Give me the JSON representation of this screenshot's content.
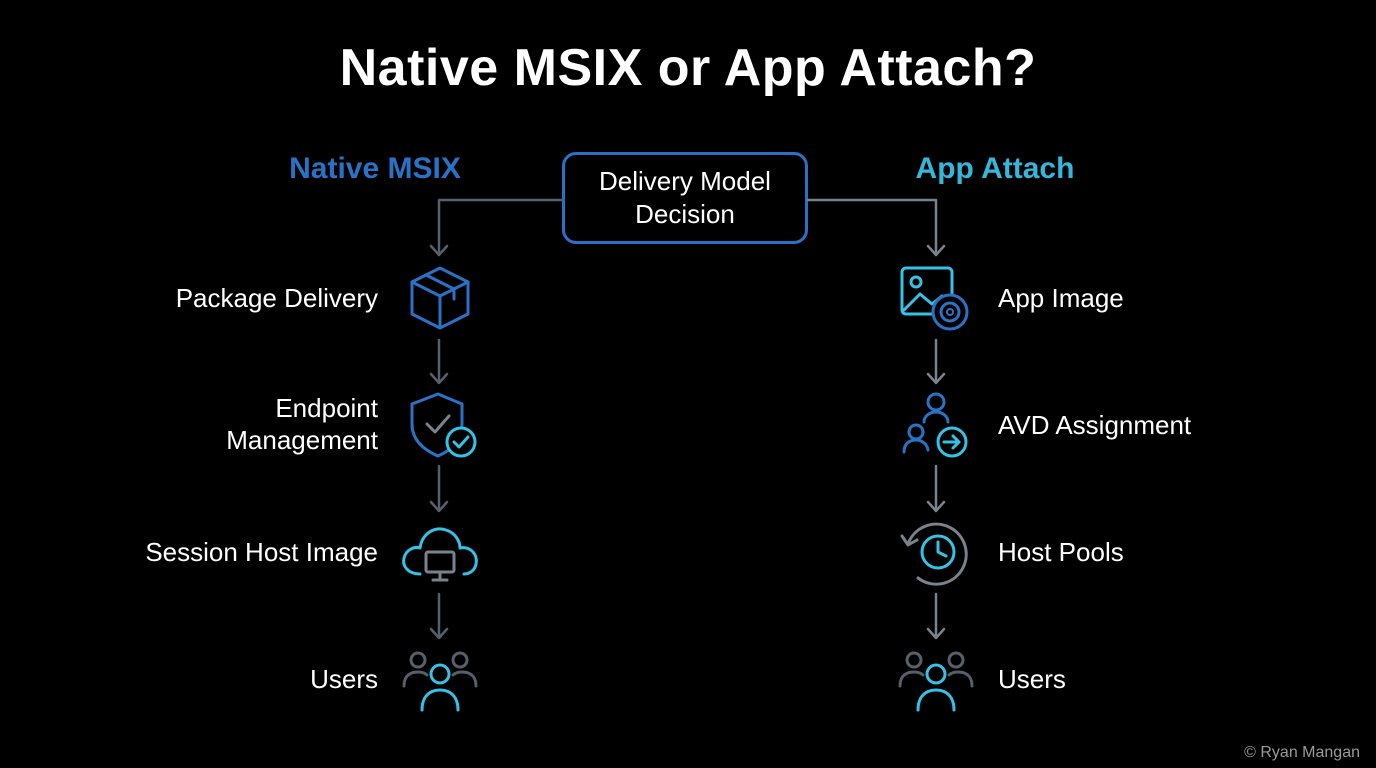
{
  "title": "Native MSIX or App Attach?",
  "decision": {
    "label": "Delivery Model Decision"
  },
  "left": {
    "header": "Native MSIX",
    "steps": [
      {
        "label": "Package Delivery",
        "icon": "package-icon"
      },
      {
        "label": "Endpoint\nManagement",
        "icon": "shield-check-icon"
      },
      {
        "label": "Session Host Image",
        "icon": "cloud-monitor-icon"
      },
      {
        "label": "Users",
        "icon": "users-icon"
      }
    ]
  },
  "right": {
    "header": "App Attach",
    "steps": [
      {
        "label": "App Image",
        "icon": "image-disc-icon"
      },
      {
        "label": "AVD Assignment",
        "icon": "user-assign-icon"
      },
      {
        "label": "Host Pools",
        "icon": "history-clock-icon"
      },
      {
        "label": "Users",
        "icon": "users-icon"
      }
    ]
  },
  "copyright": "© Ryan Mangan",
  "colors": {
    "background": "#000000",
    "left_header": "#2a72c6",
    "right_header": "#35b6da",
    "box_border": "#2a72c6",
    "connector": "#6b7580",
    "icon_blue": "#2a72c6",
    "icon_cyan": "#35c2e4",
    "icon_gray": "#7a838c"
  }
}
